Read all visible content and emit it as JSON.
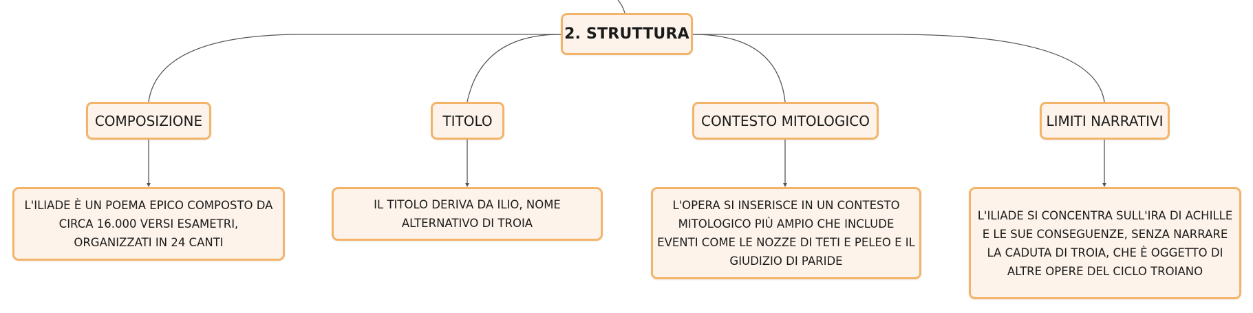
{
  "diagram": {
    "root": {
      "label": "2. STRUTTURA"
    },
    "branches": [
      {
        "label": "COMPOSIZIONE",
        "detail": "L'ILIADE È UN POEMA EPICO COMPOSTO DA CIRCA 16.000 VERSI ESAMETRI, ORGANIZZATI IN 24 CANTI"
      },
      {
        "label": "TITOLO",
        "detail": "IL TITOLO DERIVA DA ILIO, NOME ALTERNATIVO DI TROIA"
      },
      {
        "label": "CONTESTO MITOLOGICO",
        "detail": "L'OPERA SI INSERISCE IN UN CONTESTO MITOLOGICO PIÙ AMPIO CHE INCLUDE EVENTI COME LE NOZZE DI TETI E PELEO E IL GIUDIZIO DI PARIDE"
      },
      {
        "label": "LIMITI NARRATIVI",
        "detail": "L'ILIADE SI CONCENTRA SULL'IRA DI ACHILLE E LE SUE CONSEGUENZE, SENZA NARRARE LA CADUTA DI TROIA, CHE È OGGETTO DI ALTRE OPERE DEL CICLO TROIANO"
      }
    ]
  },
  "colors": {
    "node_fill": "#fdf3ea",
    "node_border": "#f3b469",
    "connector": "#555555",
    "text": "#1a1a1a"
  }
}
